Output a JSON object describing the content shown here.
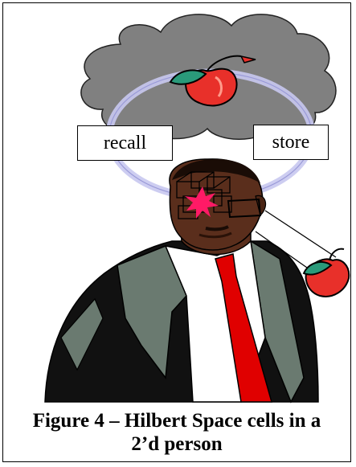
{
  "labels": {
    "recall": "recall",
    "store": "store"
  },
  "caption": {
    "line1": "Figure 4 – Hilbert Space cells in a",
    "line2": "2’d person"
  },
  "colors": {
    "cloud": "#808080",
    "ring": "#c8c8f0",
    "apple": "#e8302a",
    "leaf": "#2a9a7a",
    "suit": "#111111",
    "lapel": "#6a7a70",
    "tie": "#e00000",
    "skin": "#5a2e1c",
    "star": "#ff1a66"
  },
  "icons": [
    "thought-cloud",
    "apple-icon",
    "memory-ring",
    "hilbert-space-cells",
    "person-figure"
  ]
}
